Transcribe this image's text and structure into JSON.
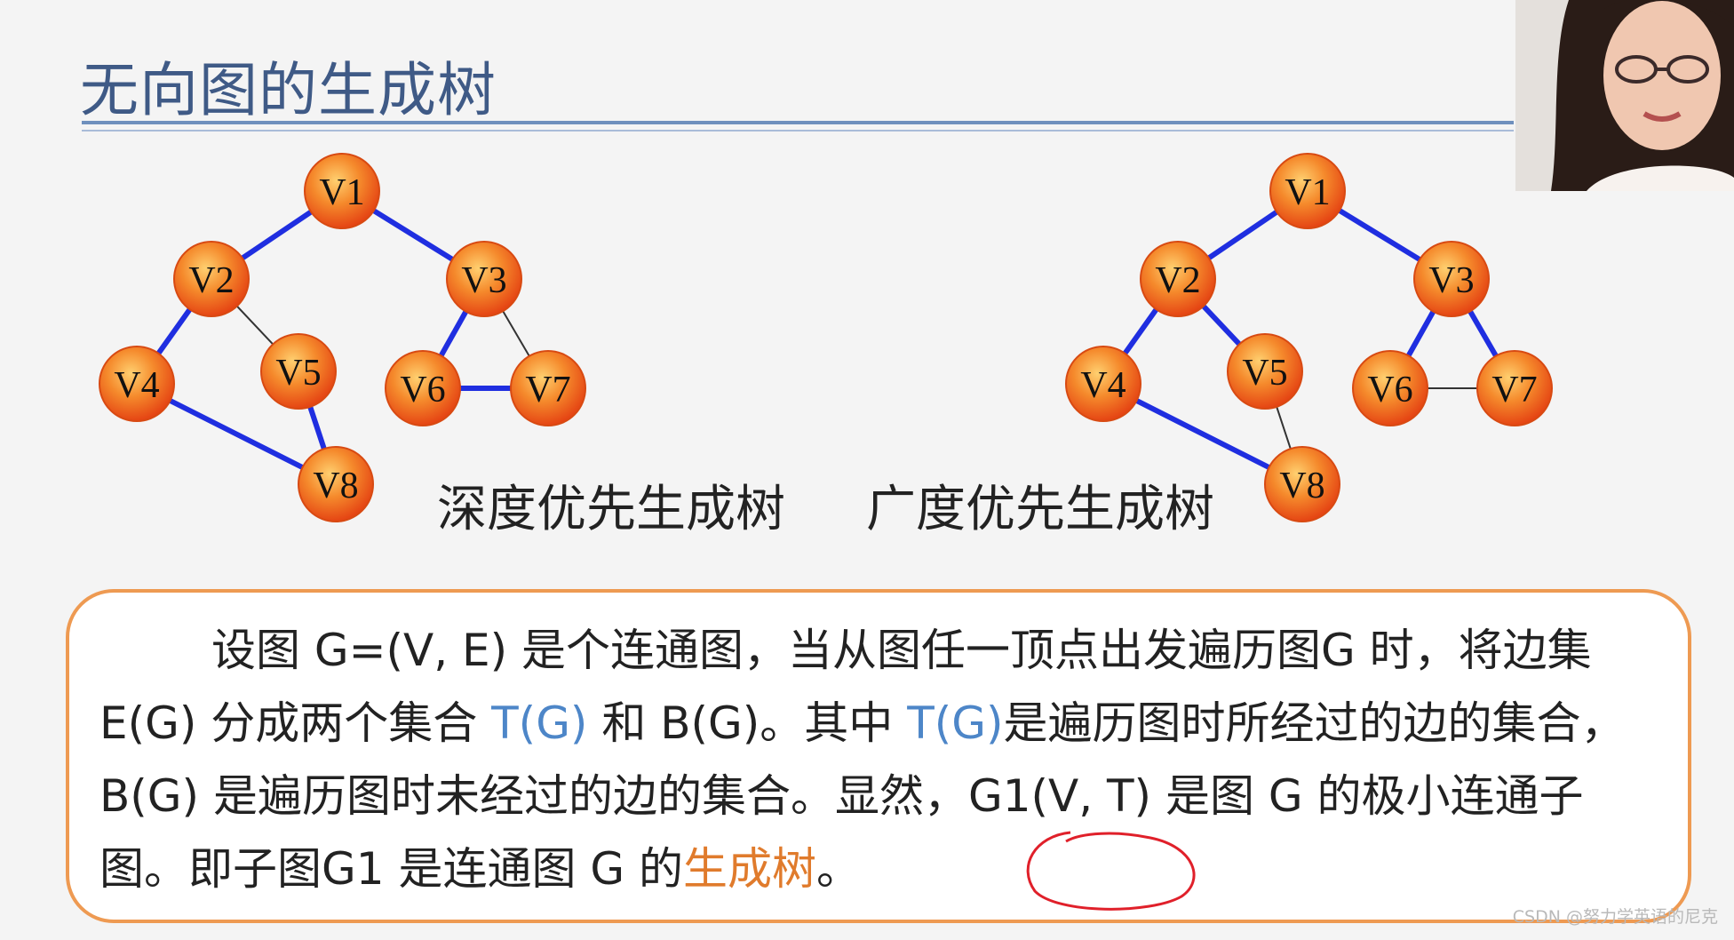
{
  "slide": {
    "title": "无向图的生成树"
  },
  "graphs": {
    "node_labels": [
      "V1",
      "V2",
      "V3",
      "V4",
      "V5",
      "V6",
      "V7",
      "V8"
    ],
    "edge_color_tree": "#1f2ee0",
    "edge_color_back": "#333333",
    "node_color": "#ef5a1a",
    "dfs": {
      "caption": "深度优先生成树",
      "tree_edges": [
        [
          "V1",
          "V2"
        ],
        [
          "V1",
          "V3"
        ],
        [
          "V2",
          "V4"
        ],
        [
          "V4",
          "V8"
        ],
        [
          "V8",
          "V5"
        ],
        [
          "V3",
          "V6"
        ],
        [
          "V6",
          "V7"
        ]
      ],
      "other_edges": [
        [
          "V2",
          "V5"
        ],
        [
          "V3",
          "V7"
        ]
      ]
    },
    "bfs": {
      "caption": "广度优先生成树",
      "tree_edges": [
        [
          "V1",
          "V2"
        ],
        [
          "V1",
          "V3"
        ],
        [
          "V2",
          "V4"
        ],
        [
          "V2",
          "V5"
        ],
        [
          "V3",
          "V6"
        ],
        [
          "V3",
          "V7"
        ],
        [
          "V4",
          "V8"
        ]
      ],
      "other_edges": [
        [
          "V5",
          "V8"
        ],
        [
          "V6",
          "V7"
        ]
      ]
    }
  },
  "description": {
    "part1": "设图 G=(V, E) 是个连通图，当从图任一顶点出发遍历图G 时，将边集 E(G) 分成两个集合 ",
    "tg1": "T(G)",
    "part2": " 和 B(G)。其中 ",
    "tg2": "T(G)",
    "part3": "是遍历图时所经过的边的集合，B(G) 是遍历图时未经过的边的集合。显然，G1(V, T) 是图 G 的极小连通子图。即子图G1 是连通图 G 的",
    "highlight": "生成树",
    "end": "。"
  },
  "colors": {
    "title": "#3f5a86",
    "box_border": "#ee9a52",
    "blue_text": "#4d86c8",
    "orange_text": "#e07b2c",
    "annotation": "#e0202a"
  },
  "watermark": "CSDN @努力学英语的尼克"
}
